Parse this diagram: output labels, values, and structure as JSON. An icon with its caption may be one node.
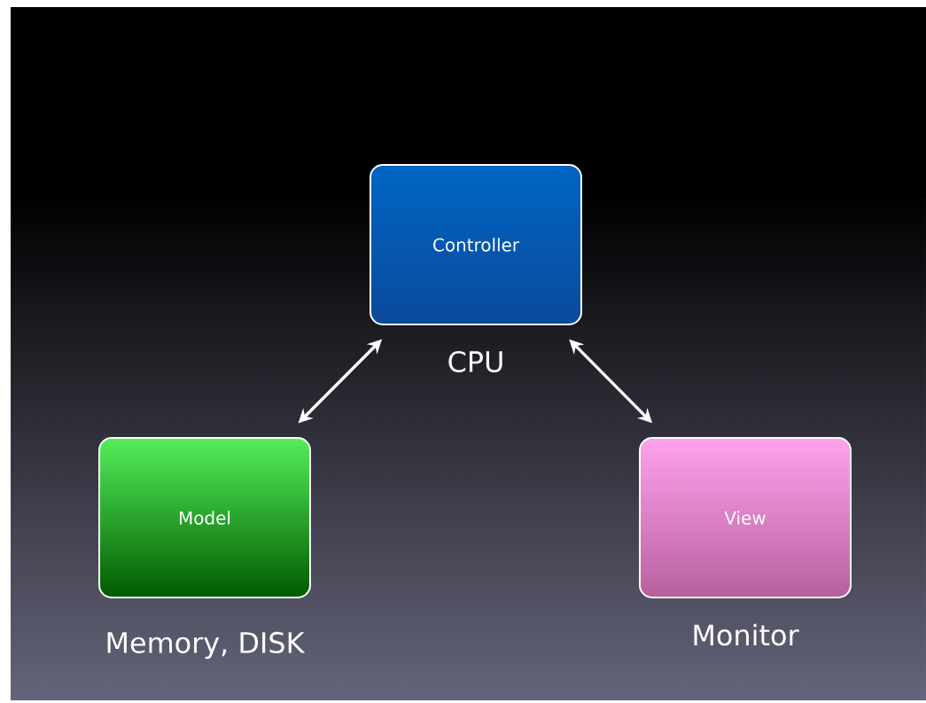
{
  "diagram": {
    "nodes": [
      {
        "text": [
          "Controller"
        ],
        "beside": [
          "CPU"
        ]
      },
      {
        "text": [
          "Model"
        ],
        "beside": [
          "Memory, DISK"
        ]
      },
      {
        "text": [
          "View"
        ],
        "beside": [
          "Monitor"
        ]
      }
    ],
    "edges": [
      {
        "from": 0,
        "to": 1,
        "arrow": "both"
      },
      {
        "from": 0,
        "to": 2,
        "arrow": "both"
      }
    ]
  }
}
